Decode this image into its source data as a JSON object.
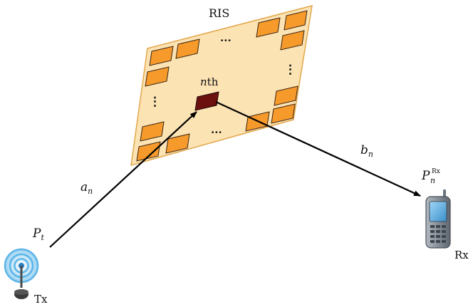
{
  "labels": {
    "ris": "RIS",
    "nth_var": "n",
    "nth_suffix": "th",
    "a_base": "a",
    "a_sub": "n",
    "b_base": "b",
    "b_sub": "n",
    "pt_base": "P",
    "pt_sub": "t",
    "prx_base": "P",
    "prx_sub": "n",
    "prx_sup": "Rx",
    "tx": "Tx",
    "rx": "Rx",
    "ellipsis": "···",
    "vellipsis": "⋮"
  },
  "colors": {
    "panel_fill": "#fce3b4",
    "panel_stroke": "#e1a74a",
    "element_fill": "#f79a2c",
    "element_stroke": "#3a2410",
    "nth_fill": "#6b0f0f",
    "arrow": "#000000",
    "antenna_ring": "#5bb5e8",
    "phone_body": "#8a929c",
    "phone_screen": "#5fb0e0"
  },
  "icons": {
    "transmitter": "antenna-icon",
    "receiver": "mobile-phone-icon"
  }
}
